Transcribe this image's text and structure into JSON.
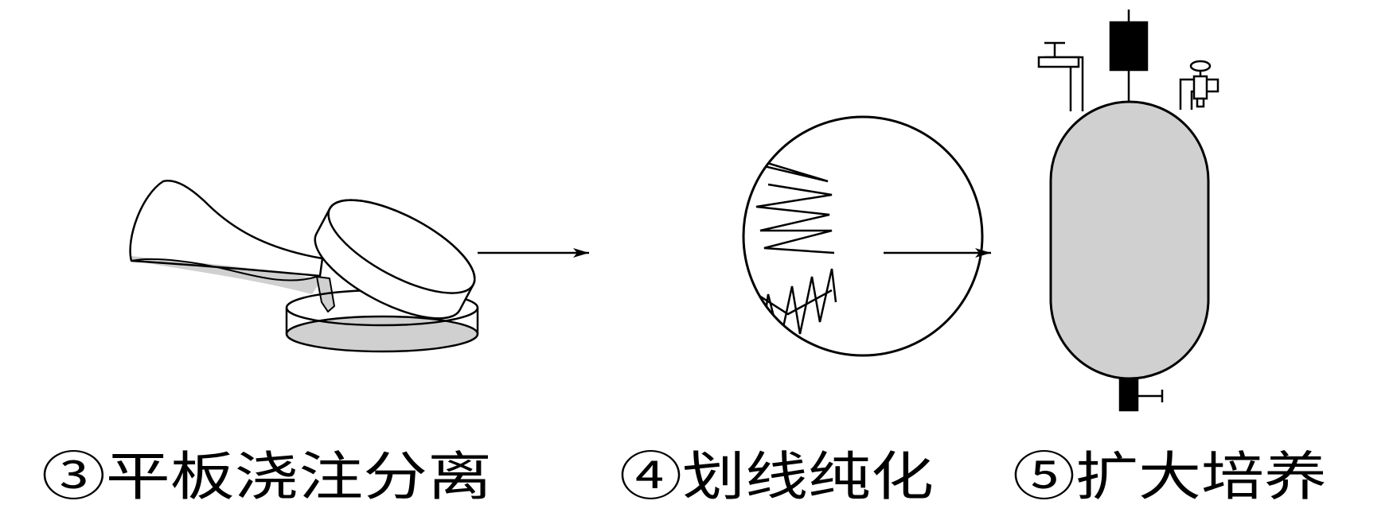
{
  "colors": {
    "line": "#000000",
    "fill_gray": "#d0d0d0",
    "background": "#ffffff"
  },
  "steps": [
    {
      "label": "③平板浇注分离",
      "icon": "flask-pouring-into-petri-dish-icon"
    },
    {
      "label": "④划线纯化",
      "icon": "streaked-plate-icon"
    },
    {
      "label": "⑤扩大培养",
      "icon": "fermenter-tank-icon"
    }
  ],
  "arrows": [
    "arrow-right-icon",
    "arrow-right-icon"
  ]
}
